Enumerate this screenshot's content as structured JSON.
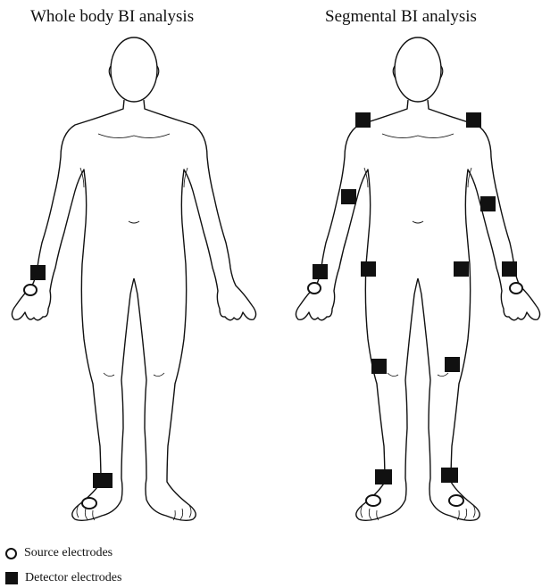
{
  "titles": {
    "left": "Whole body BI analysis",
    "right": "Segmental BI analysis"
  },
  "legend": {
    "source": "Source electrodes",
    "detector": "Detector electrodes"
  },
  "colors": {
    "outline": "#111111",
    "detector_fill": "#111111",
    "background": "#ffffff"
  },
  "figures": {
    "left": {
      "detector_sites": [
        "right-wrist",
        "right-ankle"
      ],
      "source_sites": [
        "right-hand",
        "right-foot"
      ]
    },
    "right": {
      "detector_sites": [
        "right-shoulder",
        "left-shoulder",
        "right-elbow",
        "left-elbow",
        "right-wrist",
        "left-wrist",
        "right-hip",
        "left-hip",
        "right-knee",
        "left-knee",
        "right-ankle",
        "left-ankle"
      ],
      "source_sites": [
        "right-hand",
        "left-hand",
        "right-foot",
        "left-foot"
      ]
    }
  }
}
